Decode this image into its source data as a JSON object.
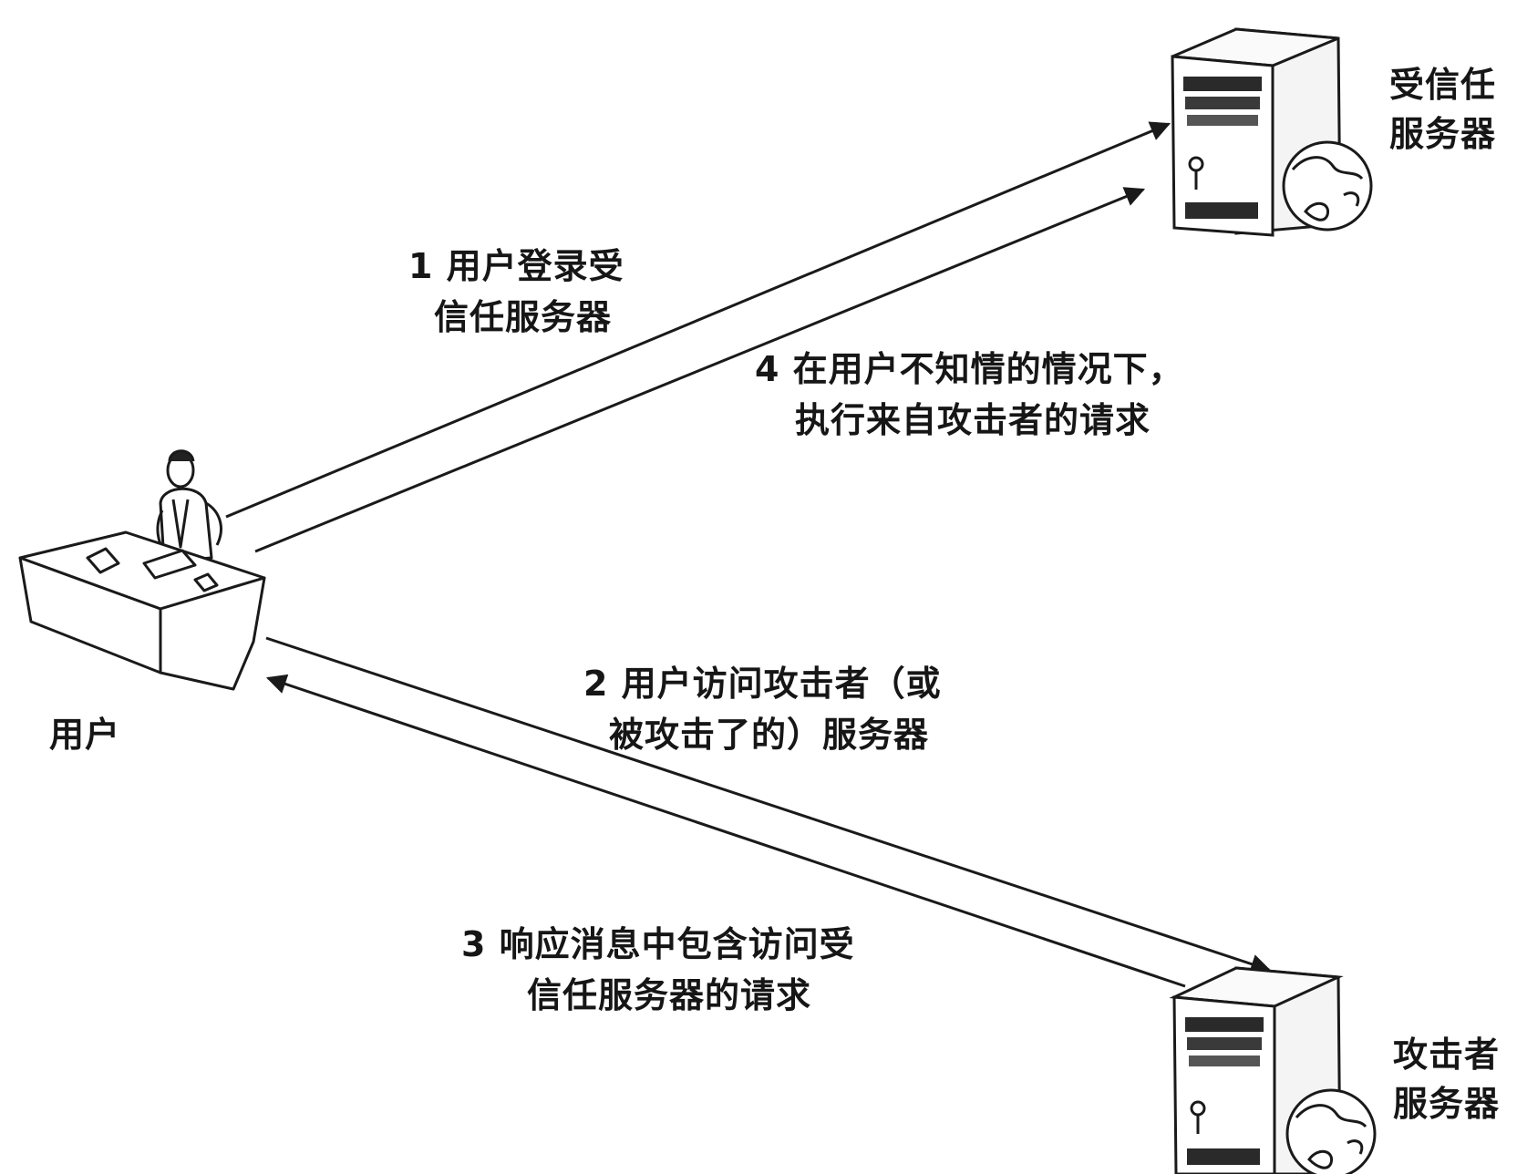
{
  "nodes": {
    "trusted_server": {
      "line1": "受信任",
      "line2": "服务器",
      "icon": "server-tower-icon"
    },
    "attacker_server": {
      "line1": "攻击者",
      "line2": "服务器",
      "icon": "server-tower-icon"
    },
    "user": {
      "label": "用户",
      "icon": "person-at-desk-icon"
    }
  },
  "steps": [
    {
      "line1": "1 用户登录受",
      "line2": "信任服务器"
    },
    {
      "line1": "2 用户访问攻击者（或",
      "line2": "被攻击了的）服务器"
    },
    {
      "line1": "3 响应消息中包含访问受",
      "line2": "信任服务器的请求"
    },
    {
      "line1": "4 在用户不知情的情况下，",
      "line2": "执行来自攻击者的请求"
    }
  ],
  "colors": {
    "line": "#1a1a1a",
    "background": "#ffffff"
  }
}
